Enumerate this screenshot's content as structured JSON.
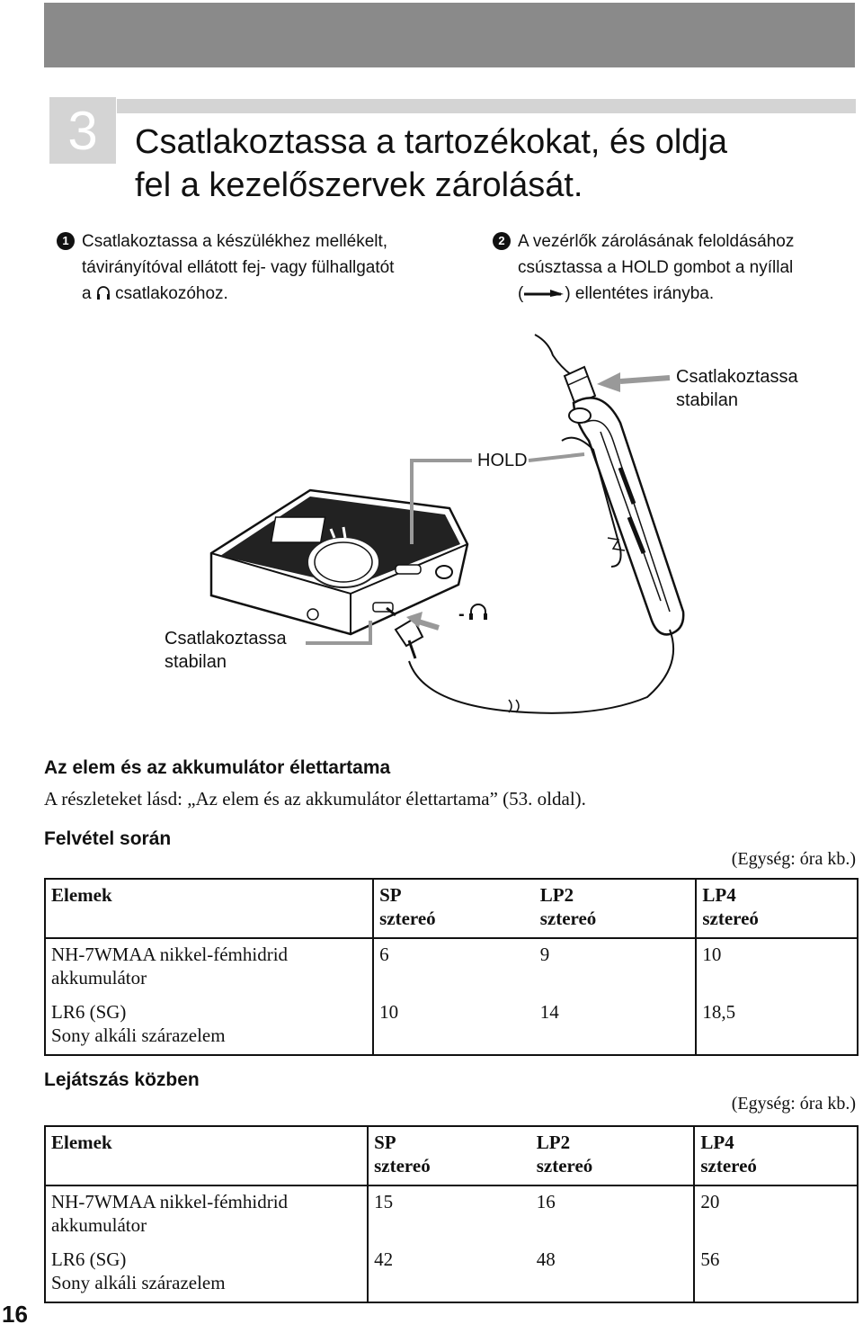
{
  "step": {
    "number": "3",
    "title_line1": "Csatlakoztassa a tartozékokat, és oldja",
    "title_line2": "fel a kezelőszervek zárolását."
  },
  "instructions": [
    {
      "num": "1",
      "line1": "Csatlakoztassa a készülékhez mellékelt,",
      "line2": "távirányítóval ellátott fej- vagy fülhallgatót",
      "line3_pre": "a",
      "line3_post": "csatlakozóhoz.",
      "icon": "headphone-icon"
    },
    {
      "num": "2",
      "line1": "A vezérlők zárolásának feloldásához",
      "line2": "csúsztassa a HOLD gombot a nyíllal",
      "line3_pre": "(",
      "line3_post": ") ellentétes irányba.",
      "icon": "arrow-right-icon"
    }
  ],
  "diagram": {
    "label_connect_top_line1": "Csatlakoztassa",
    "label_connect_top_line2": "stabilan",
    "label_hold": "HOLD",
    "label_connect_left_line1": "Csatlakoztassa",
    "label_connect_left_line2": "stabilan",
    "label_jack": "-"
  },
  "battery": {
    "heading": "Az elem és az akkumulátor élettartama",
    "text": "A részleteket lásd: „Az elem és az akkumulátor élettartama” (53. oldal)."
  },
  "recording": {
    "heading": "Felvétel során",
    "unit": "(Egység: óra kb.)",
    "header": {
      "c1": "Elemek",
      "c2_l1": "SP",
      "c2_l2": "sztereó",
      "c3_l1": "LP2",
      "c3_l2": "sztereó",
      "c4_l1": "LP4",
      "c4_l2": "sztereó"
    },
    "rows": [
      {
        "name_l1": "NH-7WMAA nikkel-fémhidrid",
        "name_l2": "akkumulátor",
        "sp": "6",
        "lp2": "9",
        "lp4": "10"
      },
      {
        "name_l1": "LR6 (SG)",
        "name_l2": "Sony alkáli szárazelem",
        "sp": "10",
        "lp2": "14",
        "lp4": "18,5"
      }
    ]
  },
  "playback": {
    "heading": "Lejátszás közben",
    "unit": "(Egység: óra kb.)",
    "header": {
      "c1": "Elemek",
      "c2_l1": "SP",
      "c2_l2": "sztereó",
      "c3_l1": "LP2",
      "c3_l2": "sztereó",
      "c4_l1": "LP4",
      "c4_l2": "sztereó"
    },
    "rows": [
      {
        "name_l1": "NH-7WMAA nikkel-fémhidrid",
        "name_l2": "akkumulátor",
        "sp": "15",
        "lp2": "16",
        "lp4": "20"
      },
      {
        "name_l1": "LR6 (SG)",
        "name_l2": "Sony alkáli szárazelem",
        "sp": "42",
        "lp2": "48",
        "lp4": "56"
      }
    ]
  },
  "page_number": "16"
}
